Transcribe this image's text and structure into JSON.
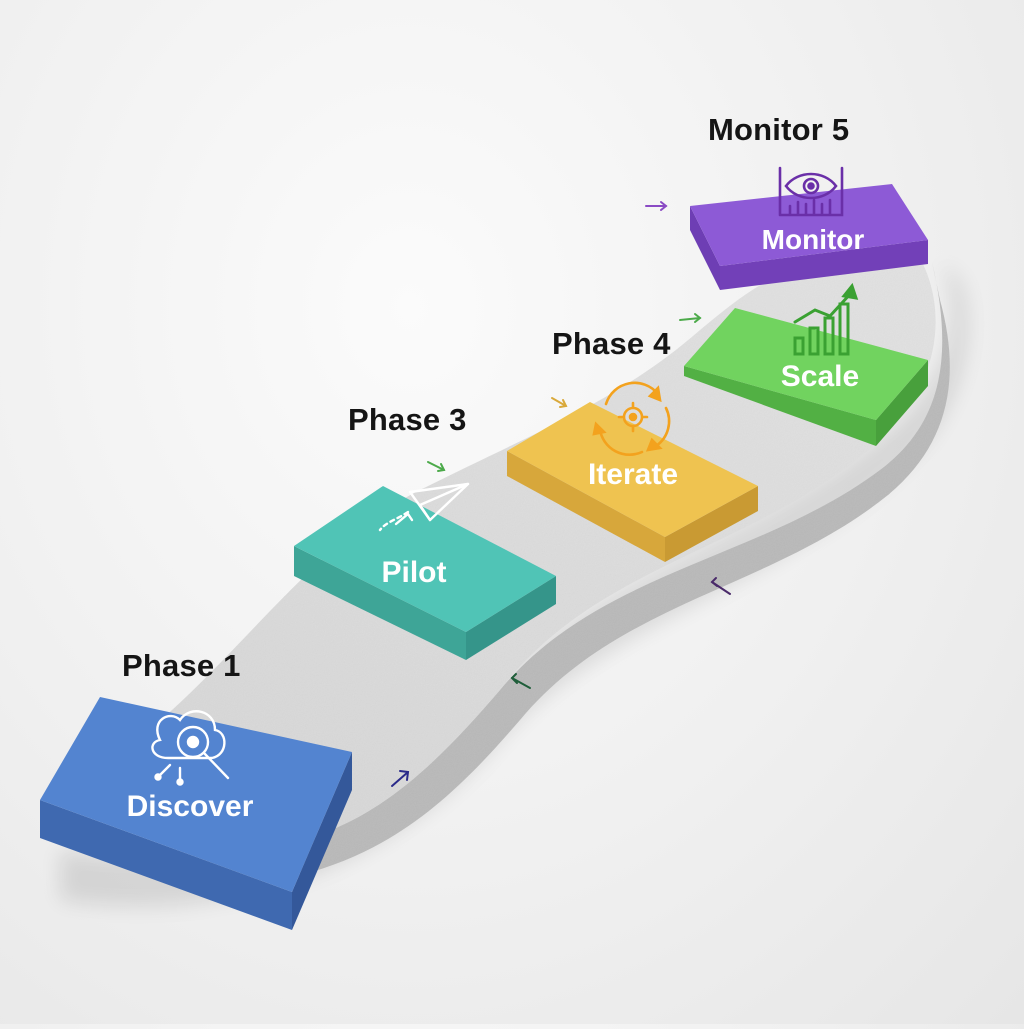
{
  "headings": {
    "phase1": "Phase 1",
    "phase3": "Phase 3",
    "phase4": "Phase 4",
    "monitor5": "Monitor 5"
  },
  "steps": [
    {
      "label": "Discover",
      "icon": "discover-magnifier-icon",
      "color": "#4f7fcb"
    },
    {
      "label": "Pilot",
      "icon": "paper-plane-icon",
      "color": "#4fc3b5"
    },
    {
      "label": "Iterate",
      "icon": "cycle-gear-icon",
      "color": "#efc04f"
    },
    {
      "label": "Scale",
      "icon": "growth-chart-icon",
      "color": "#6fd05f"
    },
    {
      "label": "Monitor",
      "icon": "eye-monitor-icon",
      "color": "#8d5ad4"
    }
  ],
  "path": {
    "color": "#dcdcdc"
  }
}
